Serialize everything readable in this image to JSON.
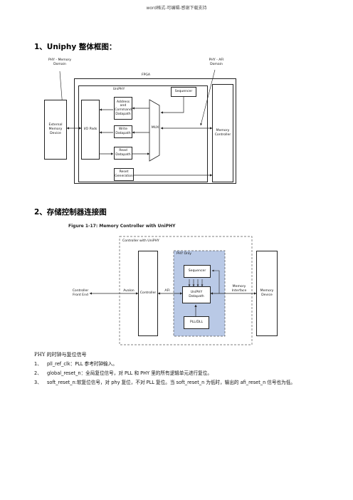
{
  "header": {
    "note": "word格式-可编辑-感谢下载支持"
  },
  "section1": {
    "title": "1、Uniphy  整体框图："
  },
  "diagram1": {
    "phy_memory_domain": "PHY - Memory\nDomain",
    "phy_afi_domain": "PHY - AFI\nDomain",
    "fpga": "FPGA",
    "uniphy": "UniPHY",
    "sequencer": "Sequencer",
    "addr_cmd": "Address\nand\nCommand\nDatapath",
    "write_dp": "Write\nDatapath",
    "read_dp": "Read\nDatapath",
    "reset_gen": "Reset\nGeneration",
    "mux": "MUX",
    "io_pads": "I/O Pads",
    "ext_mem": "External\nMemory\nDevice",
    "mem_ctrl": "Memory\nController"
  },
  "section2": {
    "title": "2、存储控制器连接图"
  },
  "diagram2": {
    "figure_title": "Figure 1-17: Memory Controller with UniPHY",
    "controller_with_uniphy": "Controller with UniPHY",
    "phy_only": "PHY Only",
    "sequencer": "Sequencer",
    "uniphy_datapath": "UniPHY\nDatapath",
    "pll_dll": "PLL/DLL",
    "controller_front_end": "Controller\nFront End",
    "avalon": "Avalon",
    "controller": "Controller",
    "afi": "AFI",
    "memory_interface": "Memory\nInterface",
    "memory_device": "Memory\nDevice"
  },
  "body": {
    "heading": "PHY 的时钟与复位信号",
    "items": [
      {
        "n": "1、",
        "text": "pll_ref_clk：PLL 参考时钟输入。"
      },
      {
        "n": "2、",
        "text": "global_reset_n：全局复位信号，对 PLL 和 PHY 里的所有逻辑单元进行复位。"
      },
      {
        "n": "3、",
        "text": "soft_reset_n:软复位信号，对 phy 复位，不对 PLL 复位。当 soft_reset_n 为低时，输出的 afi_reset_n 信号也为低。"
      }
    ]
  }
}
